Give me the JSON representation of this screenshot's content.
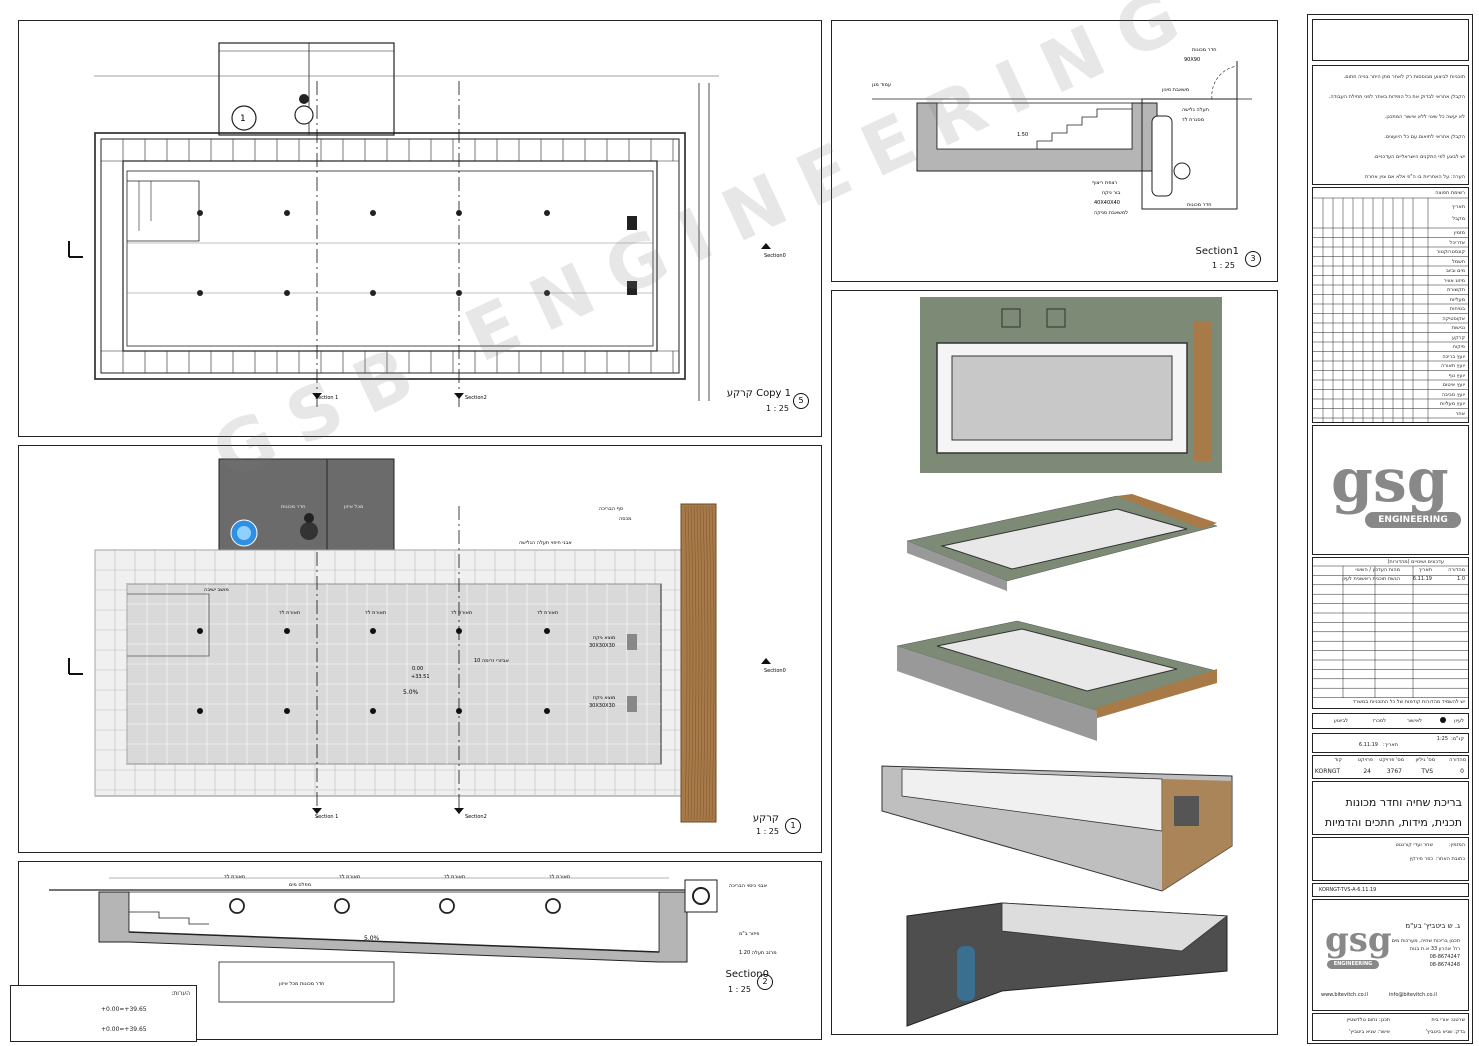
{
  "panels": {
    "plan_copy": {
      "title": "קרקע Copy 1",
      "scale": "1 : 25",
      "num": "5"
    },
    "plan": {
      "title": "קרקע",
      "scale": "1 : 25",
      "num": "1"
    },
    "section0": {
      "title": "Section0",
      "scale": "1 : 25",
      "num": "2"
    },
    "section1": {
      "title": "Section1",
      "scale": "1 : 25",
      "num": "3"
    }
  },
  "plan_labels": {
    "section1": "Section 1",
    "section2": "Section2",
    "section0": "Section0",
    "machine_room": "חדר מכונות",
    "balance_tank": "מכל איזון",
    "pool_edge": "סף הבריכה",
    "overflow": "אבני חיפוי תעלה הגלישה",
    "lights": "תאורת לד",
    "main_drain": "מוצא ניקוז",
    "main_drain_size": "30X30X30",
    "level": "0.00",
    "level_abs": "+33.51",
    "slope": "5.0%",
    "jets": "10 אביזרי זרימה",
    "seat": "מושב ישיבה",
    "wood_deck": "דק עץ",
    "edge_cover": "מכסה"
  },
  "section0_labels": {
    "slope": "5.0%",
    "room": "חדר מכונות מכל איזון",
    "lights": "תאורת לד",
    "water_level": "מפלס מים",
    "note1": "אבני כיסוי הבריכה",
    "note2": "פיזור ב\"מ",
    "note3": "מרזב תעלה 1.20",
    "note4": "+0.00=+39.65",
    "note5": "+0.00=+39.65",
    "legend_title": "הערות:"
  },
  "section1_labels": {
    "dim1": "90X90",
    "l1": "חדר מכונות",
    "l2": "משאבת סינון",
    "l3": "תעלה גלישה",
    "l4": "מסגרת לד",
    "l5": "עמוד מגן",
    "l6": "רצפת ריצוף",
    "l7": "בור ניקוז",
    "l8": "40X40X40",
    "l9": "למשאבת סניקה",
    "l10": "חדר מכונות",
    "depth": "1.50"
  },
  "title_block": {
    "notes": [
      "תוכניות לביצוע מבוססות רק לאחר מתן היתר בנייה חתום.",
      "הקבלן אחראי לבדוק את כל המידות באתר לפני תחילת העבודה.",
      "לא יעשה כל שינוי ללא אישור המתכנן.",
      "הקבלן אחראי לתיאום עם כל היועצים.",
      "יש לבצע לפי התקנים הישראליים העדכניים."
    ],
    "note_footer": "הערה: על האחריות בו ה\"פ אלא אם צוין אחרת",
    "dist_header": "רשימת תפוצה",
    "dist_cols": [
      "תאריך",
      "מקבל"
    ],
    "dist_rows": [
      "מזמין",
      "אדריכל",
      "קונסטרוקטור",
      "חשמל",
      "מים וביוב",
      "מיזוג אוויר",
      "תקשורת",
      "מעליות",
      "בטיחות",
      "אקוסטיקה",
      "נגישות",
      "קרקע",
      "פיקוח",
      "יועץ בריכה",
      "יועץ תאורה",
      "יועץ נוף",
      "יועץ איטום",
      "יועץ סביבה",
      "יועץ מעליות",
      "אחר"
    ],
    "logo_text": "ENGINEERING",
    "rev_header": "עדכונים ושינויים (מהדורות)",
    "rev_cols": [
      "מהדורה",
      "תאריך",
      "מהות העדכון / השינוי"
    ],
    "rev_row": [
      "1.0",
      "6.11.19",
      "הגשת תוכנית ראשונית לעיון"
    ],
    "rev_footer": "יש להשמיד מהדורות קודמות של כל התוכניות במשרד",
    "status": [
      "לעיון",
      "לאישור",
      "למכרז",
      "לביצוע"
    ],
    "scale_label": "קנ\"מ:",
    "scale": "1:25",
    "date_label": "תאריך:",
    "date": "6.11.19",
    "code_headers": [
      "מהדורה",
      "מס' גיליון",
      "מס' פרויקט",
      "פרויקט",
      "קוד"
    ],
    "code_values": [
      "0",
      "TVS",
      "3767",
      "24",
      "KORNGT"
    ],
    "project_title": "בריכת שחיה וחדר מכונות",
    "drawing_title": "תכנית, מידות, חתכים והדמיות",
    "client": "המזמין:",
    "client_name": "שחר ועדי קורנגוט",
    "address": "כתובת האתר:",
    "city": "כפר סירקין",
    "sheet_code": "KORNGT-TVS-A-6.11.19",
    "company": "ג. ש ביטביץ' בע\"מ",
    "company_desc": "תכנון בריכות שחיה, מערכות מים",
    "company_addr": "רח' אהרון 33 א.ת בנות",
    "phone1": "08-8674247",
    "phone2": "08-8674248",
    "website": "www.bitevitch.co.il",
    "email": "info@bitevitch.co.il",
    "sign1": "שרטט: אורי בית",
    "sign2": "תכנן: נחום גולדשטיין",
    "sign3": "בדק: שגיא ביטביץ'",
    "sign4": "אישר: שגיא ביטביץ'"
  },
  "watermark": "GSB ENGINEERING",
  "colors": {
    "line": "#222222",
    "floor": "#d9d9d9",
    "concrete": "#b5b5b5",
    "wood": "#a77a48",
    "grass": "#7d8a75",
    "logo": "#888888"
  }
}
